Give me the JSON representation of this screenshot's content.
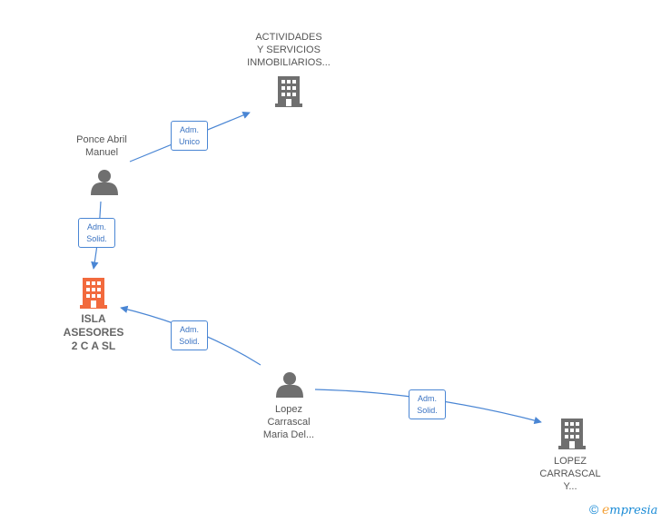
{
  "colors": {
    "edge": "#4a86d4",
    "company_main": "#f26a3d",
    "company": "#6f6f6f",
    "person": "#6f6f6f",
    "label": "#555555"
  },
  "nodes": {
    "actividades": {
      "line1": "ACTIVIDADES",
      "line2": "Y SERVICIOS",
      "line3": "INMOBILIARIOS..."
    },
    "ponce": {
      "line1": "Ponce Abril",
      "line2": "Manuel"
    },
    "isla": {
      "line1": "ISLA",
      "line2": "ASESORES",
      "line3": "2 C A SL"
    },
    "lopez_person": {
      "line1": "Lopez",
      "line2": "Carrascal",
      "line3": "Maria Del..."
    },
    "lopez_company": {
      "line1": "LOPEZ",
      "line2": "CARRASCAL",
      "line3": "Y..."
    }
  },
  "edges": {
    "ponce_actividades": {
      "line1": "Adm.",
      "line2": "Unico"
    },
    "ponce_isla": {
      "line1": "Adm.",
      "line2": "Solid."
    },
    "lopez_isla": {
      "line1": "Adm.",
      "line2": "Solid."
    },
    "lopez_company": {
      "line1": "Adm.",
      "line2": "Solid."
    }
  },
  "brand": {
    "copyright": "©",
    "first_letter": "e",
    "name": "mpresia"
  }
}
